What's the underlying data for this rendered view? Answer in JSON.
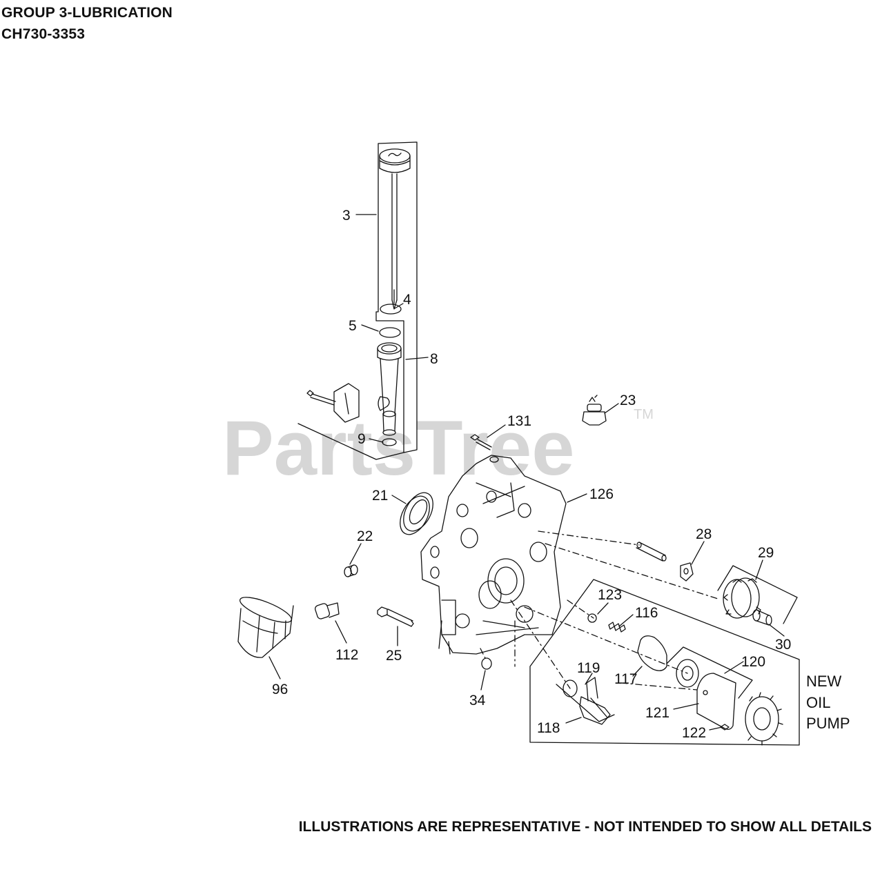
{
  "header": {
    "group_title": "GROUP 3-LUBRICATION",
    "model_number": "CH730-3353"
  },
  "watermark": {
    "text": "PartsTree",
    "trademark": "TM"
  },
  "new_oil_pump_note": {
    "line1": "NEW",
    "line2": "OIL",
    "line3": "PUMP"
  },
  "callouts": {
    "c3": "3",
    "c4": "4",
    "c5": "5",
    "c8": "8",
    "c9": "9",
    "c21": "21",
    "c22": "22",
    "c23": "23",
    "c25": "25",
    "c28": "28",
    "c29": "29",
    "c30": "30",
    "c34": "34",
    "c96": "96",
    "c112": "112",
    "c116": "116",
    "c117": "117",
    "c118": "118",
    "c119": "119",
    "c120": "120",
    "c121": "121",
    "c122": "122",
    "c123": "123",
    "c126": "126",
    "c131": "131"
  },
  "footer": {
    "disclaimer": "ILLUSTRATIONS ARE REPRESENTATIVE - NOT INTENDED TO SHOW ALL DETAILS"
  },
  "colors": {
    "ink": "#111111",
    "watermark": "#d6d6d6",
    "background": "#ffffff"
  }
}
